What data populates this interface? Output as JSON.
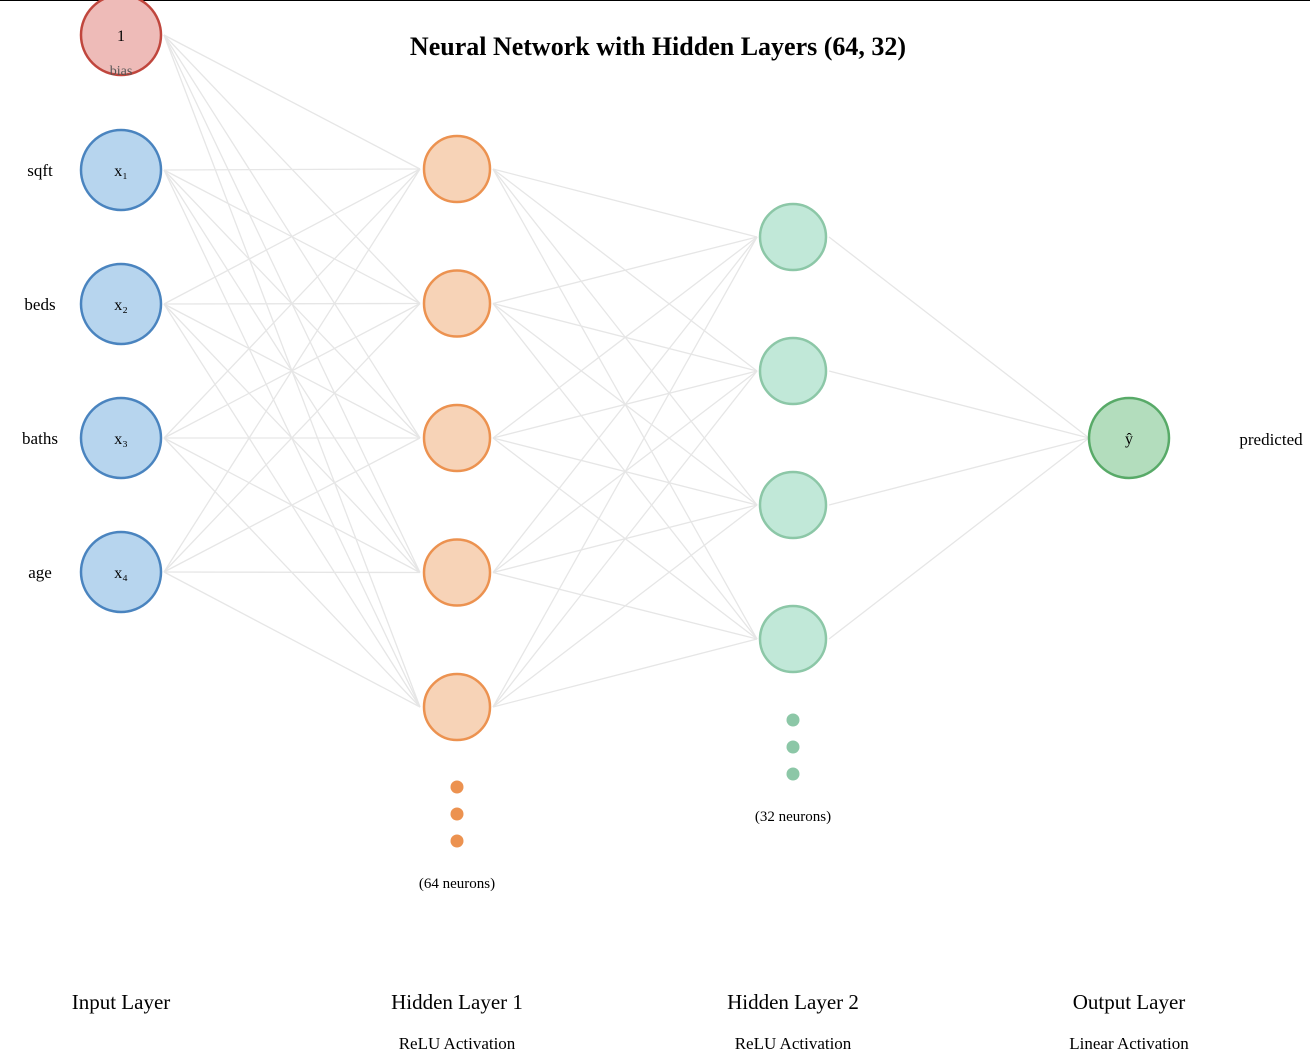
{
  "title": "Neural Network with Hidden Layers (64, 32)",
  "colors": {
    "edge": "#e6e6e6",
    "input_fill": "#b7d5ee",
    "input_stroke": "#4a84bf",
    "bias_fill": "#eebbb8",
    "bias_stroke": "#c0463d",
    "hidden1_fill": "#f7d3b7",
    "hidden1_stroke": "#ec9250",
    "hidden2_fill": "#c1e8d8",
    "hidden2_stroke": "#8cc7a7",
    "output_fill": "#b3ddbd",
    "output_stroke": "#58aa68"
  },
  "bias": {
    "value": "1",
    "label": "bias"
  },
  "inputs": [
    {
      "feature": "sqft",
      "symbol": "x₁"
    },
    {
      "feature": "beds",
      "symbol": "x₂"
    },
    {
      "feature": "baths",
      "symbol": "x₃"
    },
    {
      "feature": "age",
      "symbol": "x₄"
    }
  ],
  "hidden1": {
    "shown_neurons": 5,
    "count_label": "(64 neurons)"
  },
  "hidden2": {
    "shown_neurons": 4,
    "count_label": "(32 neurons)"
  },
  "output": {
    "symbol": "ŷ",
    "label": "predicted"
  },
  "layers": [
    {
      "name": "Input Layer",
      "activation": ""
    },
    {
      "name": "Hidden Layer 1",
      "activation": "ReLU Activation"
    },
    {
      "name": "Hidden Layer 2",
      "activation": "ReLU Activation"
    },
    {
      "name": "Output Layer",
      "activation": "Linear Activation"
    }
  ]
}
